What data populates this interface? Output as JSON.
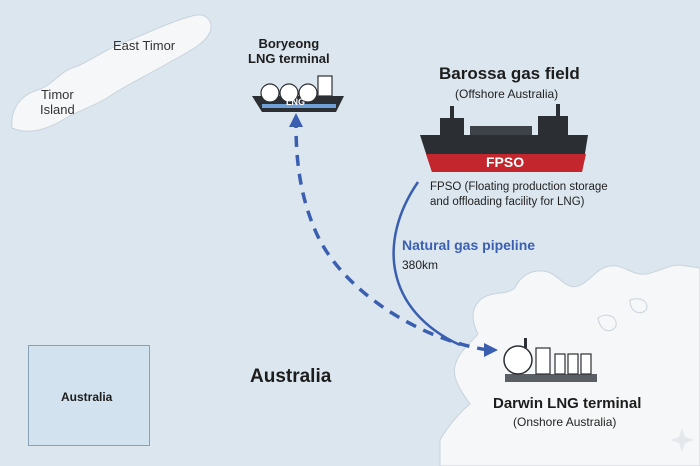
{
  "places": {
    "east_timor": "East Timor",
    "timor_island": "Timor\nIsland",
    "australia": "Australia",
    "inset_australia": "Australia"
  },
  "boryeong": {
    "title": "Boryeong\nLNG terminal",
    "ship_text": "LNG"
  },
  "barossa": {
    "title": "Barossa gas field",
    "subtitle": "(Offshore Australia)",
    "ship_text": "FPSO",
    "description": "FPSO (Floating production storage\nand offloading facility for LNG)"
  },
  "pipeline": {
    "label": "Natural gas pipeline",
    "length": "380km"
  },
  "darwin": {
    "title": "Darwin LNG terminal",
    "subtitle": "(Onshore Australia)"
  },
  "colors": {
    "sea": "#dbe6ef",
    "land": "#f6f7f8",
    "route": "#3b5fb0",
    "hull_dark": "#2b2e33",
    "hull_red": "#c3262c"
  },
  "icons": [
    "lng-carrier-icon",
    "fpso-ship-icon",
    "lng-plant-icon",
    "sparkle-icon"
  ]
}
